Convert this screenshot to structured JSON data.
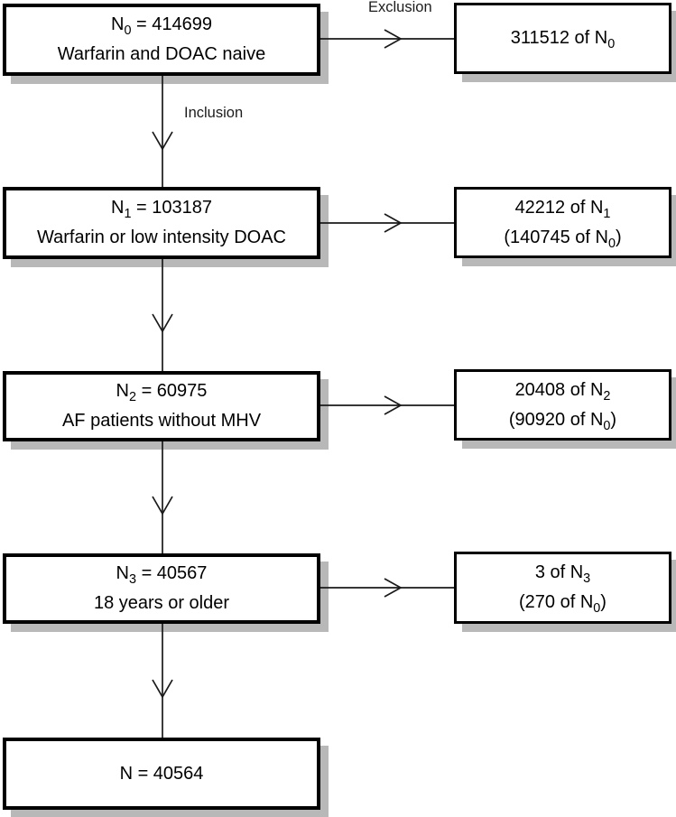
{
  "diagram": {
    "type": "patient-selection-flowchart",
    "labels": {
      "exclusion": "Exclusion",
      "inclusion": "Inclusion"
    },
    "colors": {
      "background": "#ffffff",
      "box_fill": "#ffffff",
      "box_border": "#000000",
      "box_shadow": "#b8b8b8",
      "connector_line": "#1a1a1a",
      "text": "#000000"
    },
    "steps": [
      {
        "line1": {
          "pre": "N",
          "sub": "0",
          "post": " = 414699"
        },
        "line2": "Warfarin and DOAC naive"
      },
      {
        "line1": {
          "pre": "N",
          "sub": "1",
          "post": " = 103187"
        },
        "line2": "Warfarin or low intensity DOAC"
      },
      {
        "line1": {
          "pre": "N",
          "sub": "2",
          "post": " = 60975"
        },
        "line2": "AF patients without MHV"
      },
      {
        "line1": {
          "pre": "N",
          "sub": "3",
          "post": " = 40567"
        },
        "line2": "18 years or older"
      },
      {
        "line1": {
          "pre": "N = 40564",
          "sub": "",
          "post": ""
        }
      }
    ],
    "exclusions": [
      {
        "line1": {
          "pre": "311512 of N",
          "sub": "0",
          "post": ""
        }
      },
      {
        "line1": {
          "pre": "42212 of N",
          "sub": "1",
          "post": ""
        },
        "line2": {
          "pre": "(140745 of N",
          "sub": "0",
          "post": ")"
        }
      },
      {
        "line1": {
          "pre": "20408 of N",
          "sub": "2",
          "post": ""
        },
        "line2": {
          "pre": "(90920 of N",
          "sub": "0",
          "post": ")"
        }
      },
      {
        "line1": {
          "pre": "3 of N",
          "sub": "3",
          "post": ""
        },
        "line2": {
          "pre": "(270 of N",
          "sub": "0",
          "post": ")"
        }
      }
    ]
  }
}
